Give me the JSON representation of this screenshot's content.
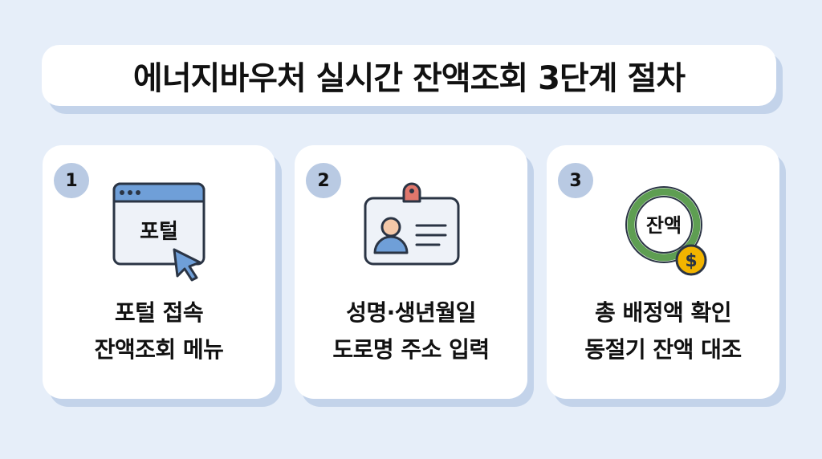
{
  "title": "에너지바우처 실시간 잔액조회 3단계 절차",
  "steps": [
    {
      "number": "1",
      "icon": "browser-window-cursor-icon",
      "icon_text": "포털",
      "line1": "포털 접속",
      "line2": "잔액조회 메뉴"
    },
    {
      "number": "2",
      "icon": "id-card-icon",
      "line1": "성명·생년월일",
      "line2": "도로명 주소 입력"
    },
    {
      "number": "3",
      "icon": "balance-ring-coin-icon",
      "icon_text": "잔액",
      "coin_symbol": "$",
      "line1": "총 배정액 확인",
      "line2": "동절기 잔액 대조"
    }
  ],
  "colors": {
    "background": "#e6eef9",
    "accent_blue": "#6f9fd8",
    "badge": "#b9cae3",
    "ring_green": "#5e9e52",
    "coin_gold": "#f2b400",
    "clip_red": "#e0776c"
  }
}
